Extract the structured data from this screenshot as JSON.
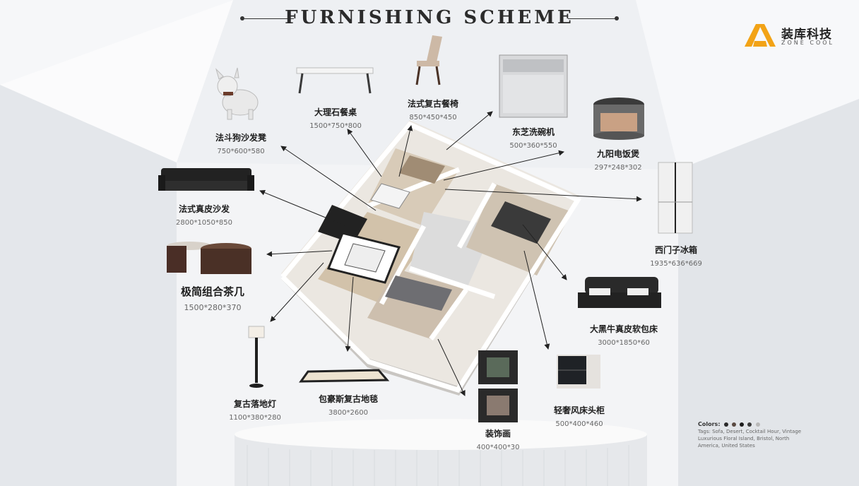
{
  "header": {
    "title": "FURNISHING SCHEME"
  },
  "brand": {
    "name_cn": "装库科技",
    "name_en": "ZONE COOL",
    "accent": "#f2a316"
  },
  "items": [
    {
      "name": "大理石餐桌",
      "dims": "1500*750*800"
    },
    {
      "name": "法式复古餐椅",
      "dims": "850*450*450"
    },
    {
      "name": "东芝洗碗机",
      "dims": "500*360*550"
    },
    {
      "name": "九阳电饭煲",
      "dims": "297*248*302"
    },
    {
      "name": "法斗狗沙发凳",
      "dims": "750*600*580"
    },
    {
      "name": "法式真皮沙发",
      "dims": "2800*1050*850"
    },
    {
      "name": "极简组合茶几",
      "dims": "1500*280*370"
    },
    {
      "name": "西门子冰箱",
      "dims": "1935*636*669"
    },
    {
      "name": "大黑牛真皮软包床",
      "dims": "3000*1850*60"
    },
    {
      "name": "复古落地灯",
      "dims": "1100*380*280"
    },
    {
      "name": "包豪斯复古地毯",
      "dims": "3800*2600"
    },
    {
      "name": "装饰画",
      "dims": "400*400*30"
    },
    {
      "name": "轻奢风床头柜",
      "dims": "500*400*460"
    }
  ],
  "palette": {
    "label": "Colors:",
    "swatches": [
      "#2a2a2a",
      "#5a4a42",
      "#1b1b1b",
      "#3a3a3a",
      "#b9b9b9"
    ],
    "note": "Tags: Sofa, Desert, Cocktail Hour, Vintage Luxurious Floral Island, Bristol, North America, United States"
  }
}
